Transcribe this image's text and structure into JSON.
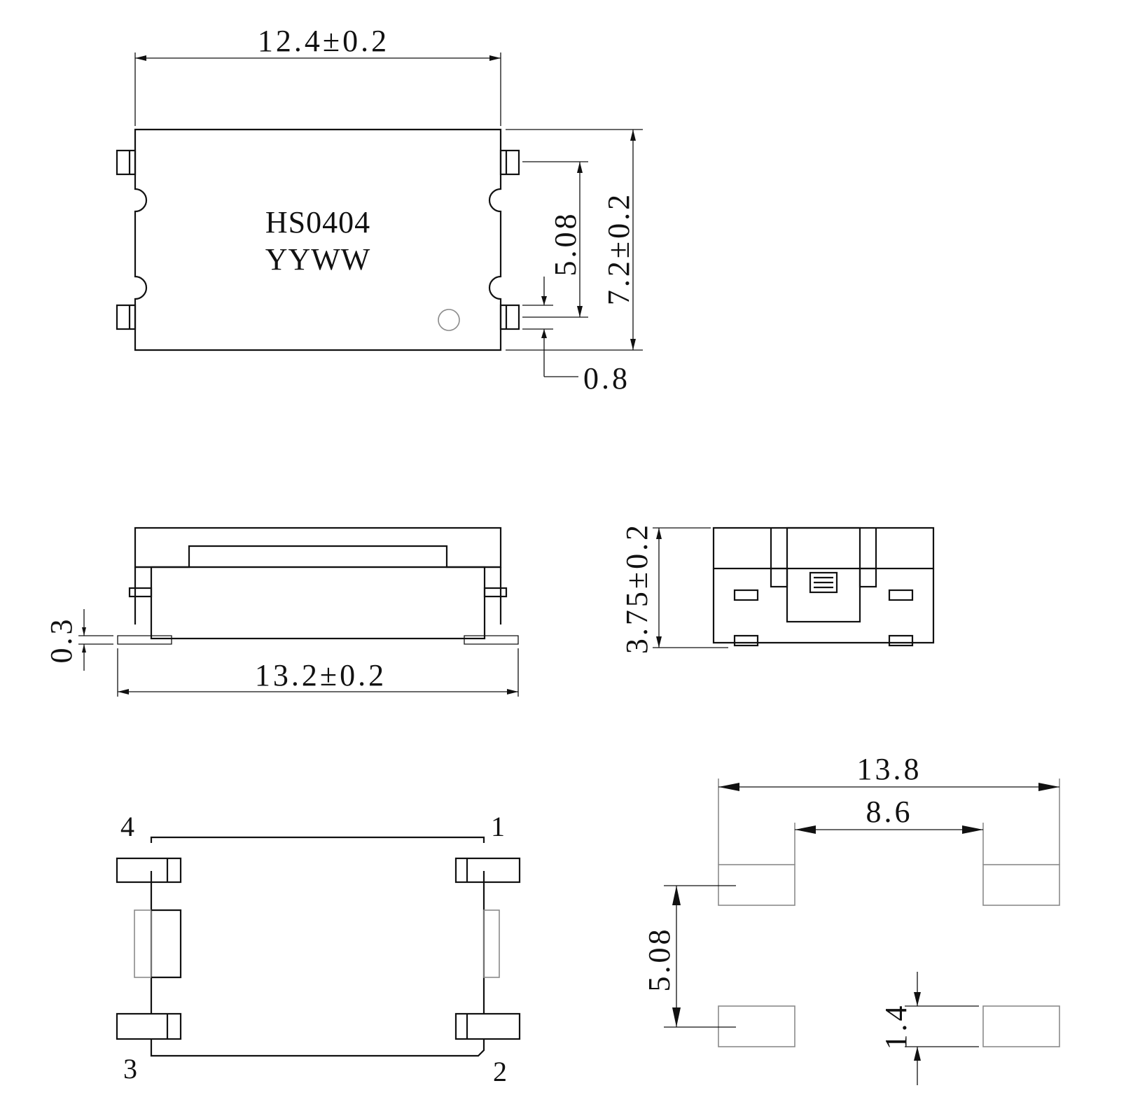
{
  "top_view": {
    "marking_line1": "HS0404",
    "marking_line2": "YYWW",
    "dim_width": "12.4±0.2",
    "dim_height": "7.2±0.2",
    "dim_pitch": "5.08",
    "dim_lead_width": "0.8"
  },
  "side_view": {
    "dim_length": "13.2±0.2",
    "dim_standoff": "0.3"
  },
  "end_view": {
    "dim_height": "3.75±0.2"
  },
  "bottom_view": {
    "pin_1": "1",
    "pin_2": "2",
    "pin_3": "3",
    "pin_4": "4"
  },
  "footprint": {
    "dim_outer_span": "13.8",
    "dim_inner_span": "8.6",
    "dim_pitch": "5.08",
    "dim_pad_height": "1.4"
  }
}
